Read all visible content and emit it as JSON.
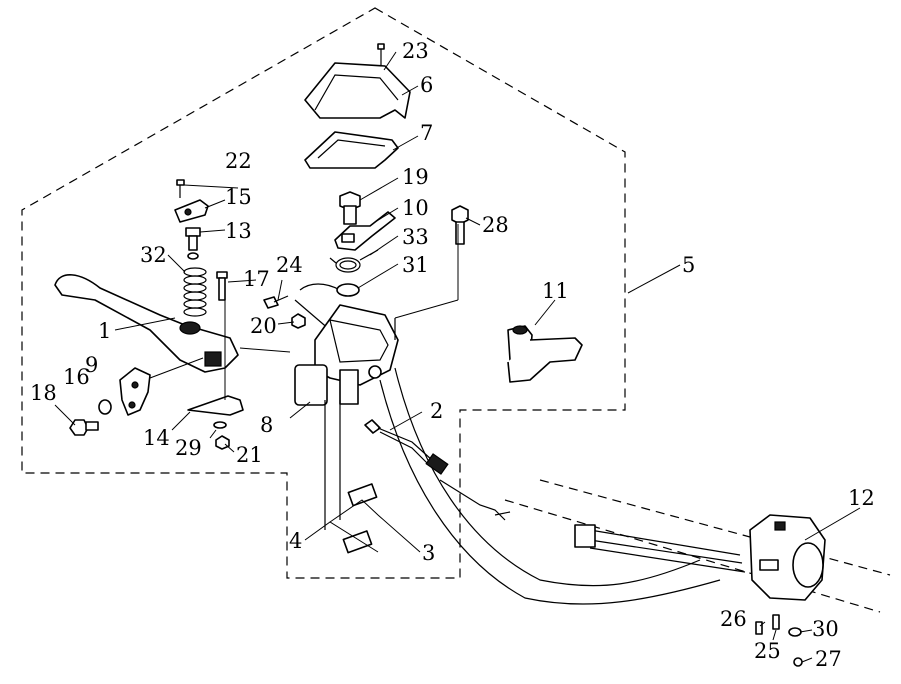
{
  "diagram": {
    "callouts": [
      {
        "id": "c1",
        "text": "1"
      },
      {
        "id": "c2",
        "text": "2"
      },
      {
        "id": "c3",
        "text": "3"
      },
      {
        "id": "c4",
        "text": "4"
      },
      {
        "id": "c5",
        "text": "5"
      },
      {
        "id": "c6",
        "text": "6"
      },
      {
        "id": "c7",
        "text": "7"
      },
      {
        "id": "c8",
        "text": "8"
      },
      {
        "id": "c9",
        "text": "9"
      },
      {
        "id": "c10",
        "text": "10"
      },
      {
        "id": "c11",
        "text": "11"
      },
      {
        "id": "c12",
        "text": "12"
      },
      {
        "id": "c13",
        "text": "13"
      },
      {
        "id": "c14",
        "text": "14"
      },
      {
        "id": "c15",
        "text": "15"
      },
      {
        "id": "c16",
        "text": "16"
      },
      {
        "id": "c17",
        "text": "17"
      },
      {
        "id": "c18",
        "text": "18"
      },
      {
        "id": "c19",
        "text": "19"
      },
      {
        "id": "c20",
        "text": "20"
      },
      {
        "id": "c21",
        "text": "21"
      },
      {
        "id": "c22",
        "text": "22"
      },
      {
        "id": "c23",
        "text": "23"
      },
      {
        "id": "c24",
        "text": "24"
      },
      {
        "id": "c25",
        "text": "25"
      },
      {
        "id": "c26",
        "text": "26"
      },
      {
        "id": "c27",
        "text": "27"
      },
      {
        "id": "c28",
        "text": "28"
      },
      {
        "id": "c29",
        "text": "29"
      },
      {
        "id": "c30",
        "text": "30"
      },
      {
        "id": "c31",
        "text": "31"
      },
      {
        "id": "c32",
        "text": "32"
      },
      {
        "id": "c33",
        "text": "33"
      }
    ]
  }
}
